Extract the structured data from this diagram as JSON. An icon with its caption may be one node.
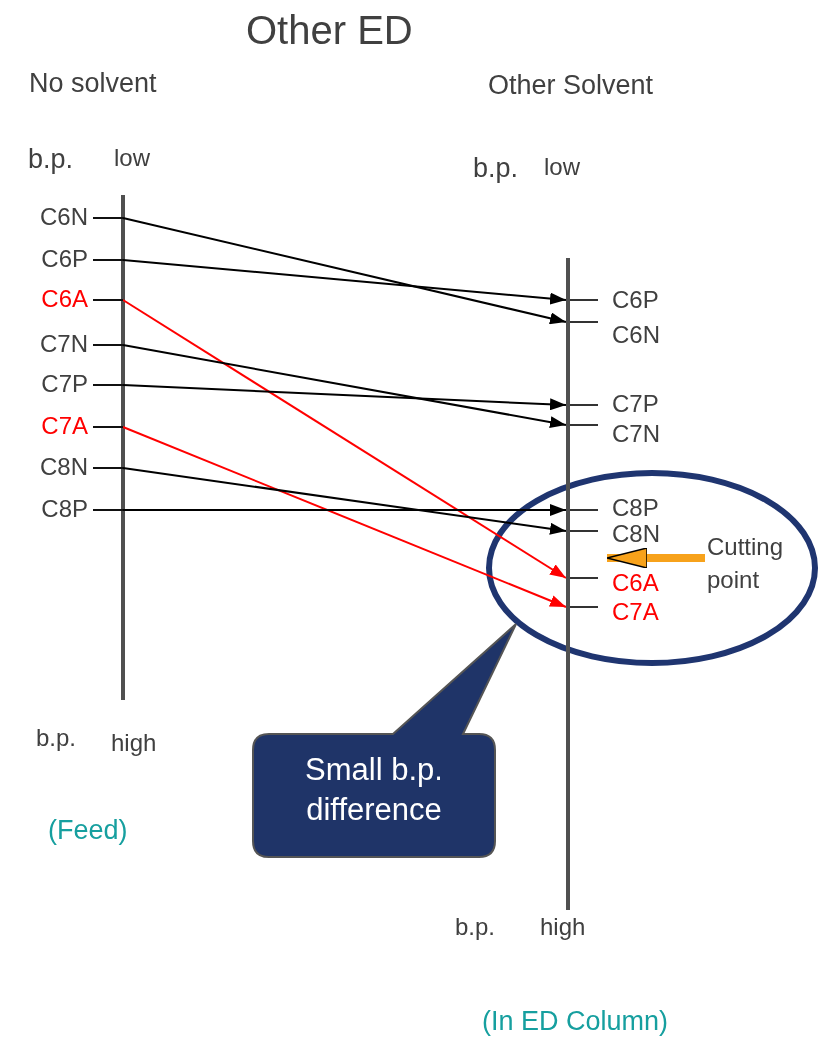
{
  "diagram": {
    "title": "Other ED",
    "nodes": [
      {
        "text": [
          "C6N"
        ]
      },
      {
        "text": [
          "C6P"
        ]
      },
      {
        "text": [
          "C6A"
        ]
      },
      {
        "text": [
          "C7N"
        ]
      },
      {
        "text": [
          "C7P"
        ]
      },
      {
        "text": [
          "C7A"
        ]
      },
      {
        "text": [
          "C8N"
        ]
      },
      {
        "text": [
          "C8P"
        ]
      },
      {
        "text": [
          "C6P"
        ]
      },
      {
        "text": [
          "C6N"
        ]
      },
      {
        "text": [
          "C7P"
        ]
      },
      {
        "text": [
          "C7N"
        ]
      },
      {
        "text": [
          "C8P"
        ]
      },
      {
        "text": [
          "C8N"
        ]
      },
      {
        "text": [
          "C6A"
        ]
      },
      {
        "text": [
          "C7A"
        ]
      },
      {
        "text": [
          "Cutting point"
        ]
      },
      {
        "text": [
          "Small b.p. difference"
        ]
      },
      {
        "text": [],
        "shape": "line"
      }
    ],
    "edges": [
      {
        "from": 0,
        "to": 9,
        "arrow": "to"
      },
      {
        "from": 1,
        "to": 8,
        "arrow": "to"
      },
      {
        "from": 2,
        "to": 14,
        "arrow": "to",
        "color": "#ff0000"
      },
      {
        "from": 3,
        "to": 11,
        "arrow": "to"
      },
      {
        "from": 4,
        "to": 10,
        "arrow": "to"
      },
      {
        "from": 5,
        "to": 15,
        "arrow": "to",
        "color": "#ff0000"
      },
      {
        "from": 6,
        "to": 13,
        "arrow": "to"
      },
      {
        "from": 7,
        "to": 12,
        "arrow": "to"
      },
      {
        "from": 16,
        "to": 18,
        "arrow": "to",
        "style": "thick",
        "color": "#f7a21b"
      }
    ],
    "labels": [
      "No solvent",
      "Other Solvent",
      "b.p.",
      "low",
      "b.p.",
      "low",
      "b.p.",
      "high",
      "(Feed)",
      "b.p.",
      "high",
      "(In ED Column)"
    ]
  }
}
